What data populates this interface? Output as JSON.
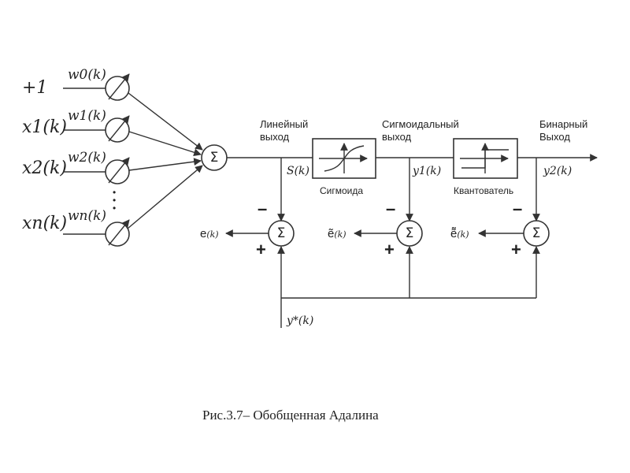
{
  "inputs": {
    "bias": "+1",
    "x1": "x1(k)",
    "x2": "x2(k)",
    "xn": "xn(k)"
  },
  "weights": {
    "w0": "w0(k)",
    "w1": "w1(k)",
    "w2": "w2(k)",
    "wn": "wn(k)"
  },
  "stages": {
    "linear_output": [
      "Линейный",
      "выход"
    ],
    "sigmoid_output": [
      "Сигмоидальный",
      "выход"
    ],
    "binary_output": [
      "Бинарный",
      "Выход"
    ],
    "sigmoid_block": "Сигмоида",
    "quantizer_block": "Квантователь"
  },
  "signals": {
    "s": "S(k)",
    "y1": "y1(k)",
    "y2": "y2(k)",
    "target": "y*(k)",
    "e": "e",
    "e_tilde": "ẽ",
    "e_dtilde": "ẽ̃",
    "k_sub": "(k)"
  },
  "symbols": {
    "sum": "Σ",
    "minus": "–",
    "plus": "+",
    "ellipsis_dot": "•"
  },
  "caption": "Рис.3.7– Обобщенная Адалина"
}
